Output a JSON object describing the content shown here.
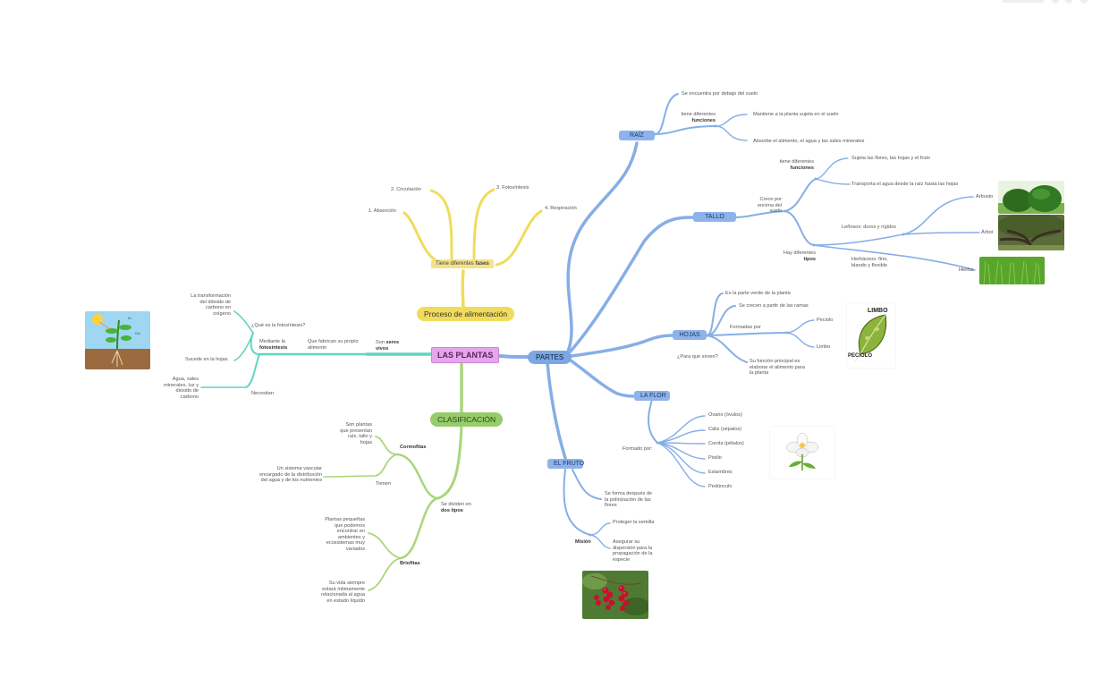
{
  "central": "LAS PLANTAS",
  "proceso": {
    "title": "Proceso de alimentación",
    "fases_prefix": "Tiene diferentes ",
    "fases_bold": "fases",
    "fases": [
      "1. Absorción",
      "2. Circulación",
      "3. Fotosíntesis",
      "4. Respiración"
    ]
  },
  "fotosintesis": {
    "son_prefix": "Son ",
    "son_bold": "seres vivos",
    "que": "Que fabrican su propio alimento",
    "mediante_prefix": "Mediante la ",
    "mediante_bold": "fotosíntesis",
    "que_es": "¿Qué es la fotosíntesis?",
    "transformacion": "La transformación del dióxido de carbono en oxígeno",
    "sucede": "Sucede en la hojas",
    "necesitan": "Necesitan",
    "agua": "Agua, sales minerales, luz y dióxido de carbono"
  },
  "clasificacion": {
    "title": "CLASIFICACIÓN",
    "dividen_prefix": "Se dividen en ",
    "dividen_bold": "dos tipos",
    "cormofitas": "Cormofitas",
    "cormo_desc": "Son plantas que presentan raíz, tallo y hojas",
    "tienen": "Tienen",
    "sistema": "Un sistema vascular encargado de la distribución del agua y de los nutrientes",
    "briofitas": "Briofitas",
    "brio_desc1": "Plantas pequeñas que podemos encontrar en ambientes y ecosistemas muy variados",
    "brio_desc2": "Su vida siempre estará íntimamente relacionada al agua en estado líquido"
  },
  "partes": {
    "title": "PARTES",
    "raiz": {
      "title": "RAÍZ",
      "debajo": "Se encuentra por debajo del suelo",
      "funciones_prefix": "tiene diferentes ",
      "funciones_bold": "funciones",
      "mantiene": "Mantiene a la planta sujeta en el suelo",
      "absorbe": "Absorbe el alimento, el agua y las sales minerales"
    },
    "tallo": {
      "title": "TALLO",
      "crece": "Crece por encima del suelo",
      "funciones_prefix": "tiene diferentes ",
      "funciones_bold": "funciones",
      "sujeta": "Sujeta las flores, las hojas y el fruto",
      "transporta": "Transporta el agua desde la raíz hasta las hojas",
      "tipos_prefix": "Hay diferentes ",
      "tipos_bold": "tipos",
      "lenosos": "Leñosos: duros y rígidos",
      "herbaceos": "Herbáceos: fino, blando y flexible",
      "arbusto": "Arbusto",
      "arbol": "Árbol",
      "hierba": "Hierba"
    },
    "hojas": {
      "title": "HOJAS",
      "verde": "Es la parte verde de la planta",
      "crecen": "Se crecen a partir de las ramas",
      "formadas": "Formadas por",
      "peciolo": "Peciolo",
      "limbo": "Limbo",
      "para_que": "¿Para qué sirven?",
      "funcion": "Su función principal es elaborar el alimento para la planta",
      "img_limbo": "LIMBO",
      "img_peciolo": "PECIOLO"
    },
    "flor": {
      "title": "LA FLOR",
      "formado": "Formado por:",
      "partes": [
        "Ovario (óvulos)",
        "Cáliz (sépalos)",
        "Corola (pétalos)",
        "Pistilo",
        "Estambres",
        "Pedúnculo"
      ]
    },
    "fruto": {
      "title": "EL FRUTO",
      "forma": "Se forma después de la polinización de las flores",
      "mision": "Misión",
      "proteger": "Proteger la semilla",
      "asegurar": "Asegurar su dispersión para la propagación de la especie"
    }
  },
  "colors": {
    "blue": "#7da7e4",
    "teal": "#62d4c2",
    "yellow": "#f0dc5c",
    "green": "#a9d67a",
    "pink": "#e6a6ec"
  }
}
